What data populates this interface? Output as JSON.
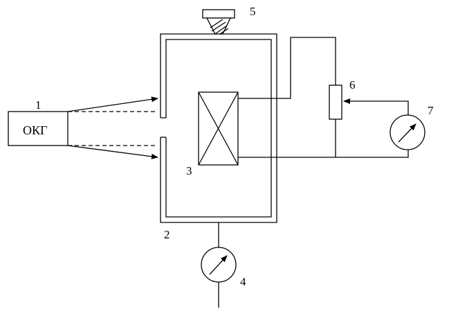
{
  "diagram": {
    "laser_text": "ОКГ",
    "labels": {
      "n1": "1",
      "n2": "2",
      "n3": "3",
      "n4": "4",
      "n5": "5",
      "n6": "6",
      "n7": "7"
    }
  }
}
